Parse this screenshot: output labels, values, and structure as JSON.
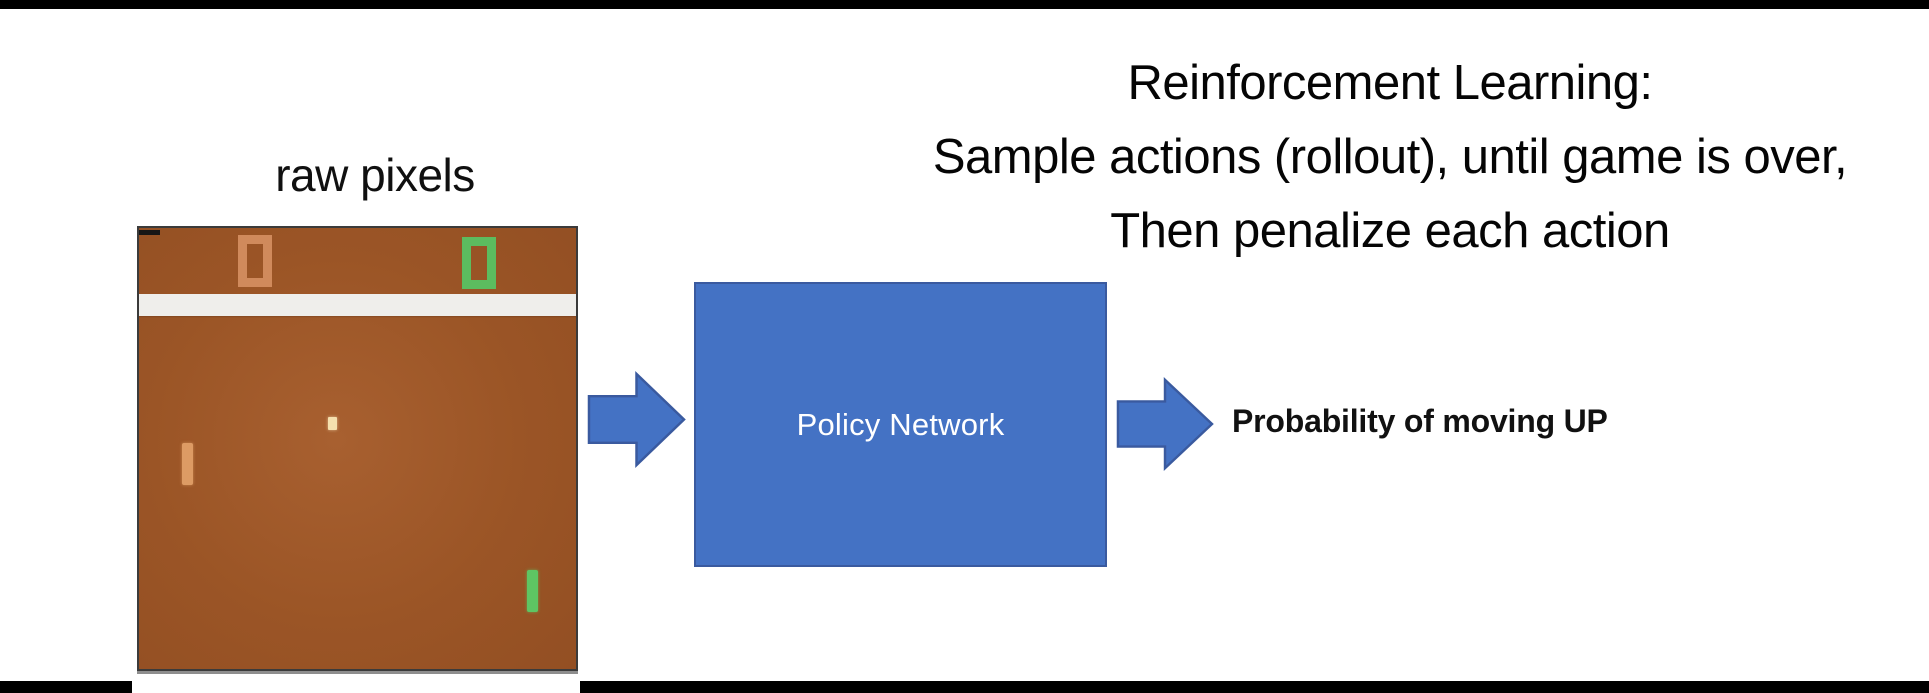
{
  "title": {
    "lines": [
      "Reinforcement Learning:",
      "Sample actions (rollout), until game is over,",
      "Then penalize each action"
    ]
  },
  "game": {
    "label": "raw pixels",
    "left_score": "0",
    "right_score": "0",
    "elements": [
      "left-score-digit",
      "right-score-digit",
      "center-white-band",
      "ball",
      "orange-paddle",
      "green-paddle"
    ]
  },
  "policy_box": {
    "label": "Policy Network"
  },
  "output": {
    "label": "Probability of moving UP"
  },
  "icons": {
    "flow_arrow_left": "right-block-arrow-icon",
    "flow_arrow_right": "right-block-arrow-icon"
  },
  "colors": {
    "accent_blue": "#4472c4",
    "accent_blue_border": "#3a5a9f",
    "field_brown": "#9b5526",
    "field_brown_light": "#a86030",
    "field_brown_dark": "#934f23",
    "score_orange": "#d08a5c",
    "paddle_orange": "#dd9b64",
    "score_green": "#5cbc5f",
    "paddle_green": "#5ec563",
    "ball_cream": "#f5e0ae",
    "band_white": "#efeeeb",
    "frame_dark": "#3b3b3b",
    "bar_black": "#000000"
  }
}
